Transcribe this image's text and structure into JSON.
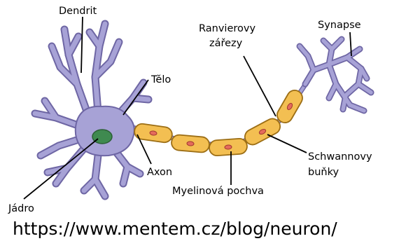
{
  "labels": {
    "dendrit": "Dendrit",
    "telo": "Tělo",
    "jadro": "Jádro",
    "axon": "Axon",
    "ranvier_1": "Ranvierovy",
    "ranvier_2": "zářezy",
    "synapse": "Synapse",
    "myelin": "Myelinová pochva",
    "schwann_1": "Schwannovy",
    "schwann_2": "buňky"
  },
  "source_url": "https://www.mentem.cz/blog/neuron/",
  "colors": {
    "neuron_body": "#a7a2d6",
    "neuron_outline": "#6e66a4",
    "nucleus": "#3f8a50",
    "myelin": "#f3bf52",
    "myelin_outline": "#9c6e15",
    "schwann_nucleus": "#e46b5c"
  }
}
